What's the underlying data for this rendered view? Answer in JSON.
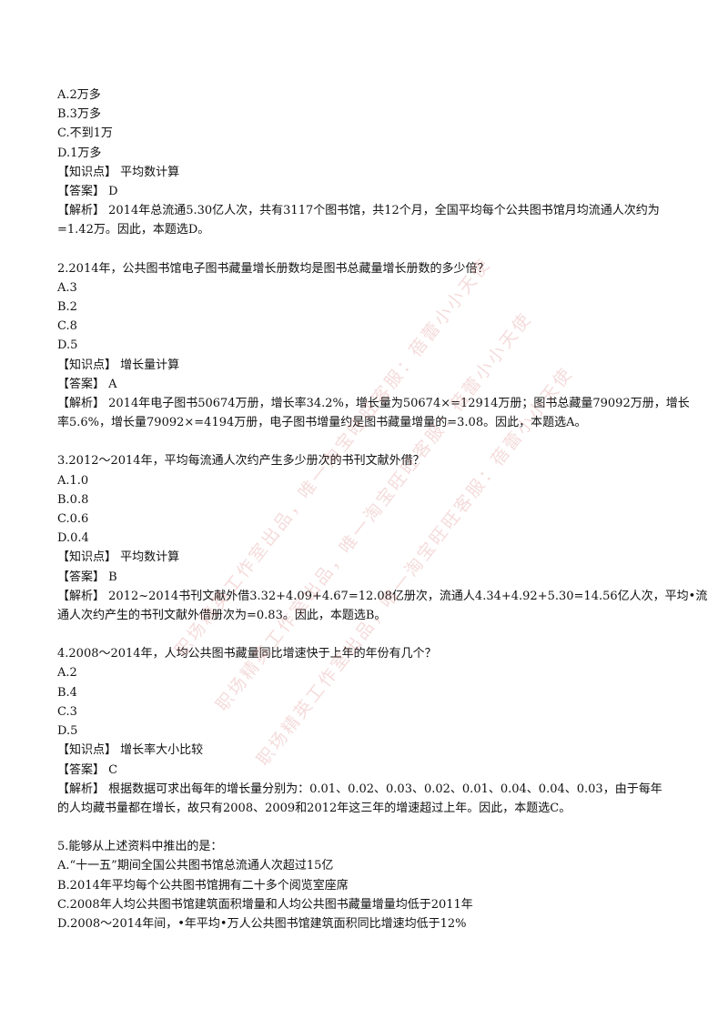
{
  "q1": {
    "options": [
      "A.2万多",
      "B.3万多",
      "C.不到1万",
      "D.1万多"
    ],
    "knowledge": "【知识点】 平均数计算",
    "answer": "【答案】 D",
    "analysis_1": "【解析】 2014年总流通5.30亿人次，共有3117个图书馆，共12个月，全国平均每个公共图书馆月均流通人次约为",
    "analysis_2": "=1.42万。因此，本题选D。"
  },
  "q2": {
    "question": "2.2014年，公共图书馆电子图书藏量增长册数均是图书总藏量增长册数的多少倍？",
    "options": [
      "A.3",
      "B.2",
      "C.8",
      "D.5"
    ],
    "knowledge": "【知识点】 增长量计算",
    "answer": "【答案】 A",
    "analysis_1": "【解析】 2014年电子图书50674万册，增长率34.2%，增长量为50674×=12914万册；图书总藏量79092万册，增长",
    "analysis_2": "率5.6%，增长量79092×=4194万册，电子图书增量约是图书藏量增量的=3.08。因此，本题选A。"
  },
  "q3": {
    "question": "3.2012～2014年，平均每流通人次约产生多少册次的书刊文献外借？",
    "options": [
      "A.1.0",
      "B.0.8",
      "C.0.6",
      "D.0.4"
    ],
    "knowledge": "【知识点】 平均数计算",
    "answer": "【答案】 B",
    "analysis_1": "【解析】 2012~2014书刊文献外借3.32+4.09+4.67=12.08亿册次，流通人4.34+4.92+5.30=14.56亿人次，平均•流",
    "analysis_2": "通人次约产生的书刊文献外借册次为=0.83。因此，本题选B。"
  },
  "q4": {
    "question": "4.2008～2014年，人均公共图书藏量同比增速快于上年的年份有几个？",
    "options": [
      "A.2",
      "B.4",
      "C.3",
      "D.5"
    ],
    "knowledge": "【知识点】 增长率大小比较",
    "answer": "【答案】 C",
    "analysis_1": "【解析】 根据数据可求出每年的增长量分别为：0.01、0.02、0.03、0.02、0.01、0.04、0.04、0.03，由于每年",
    "analysis_2": "的人均藏书量都在增长，故只有2008、2009和2012年这三年的增速超过上年。因此，本题选C。"
  },
  "q5": {
    "question": "5.能够从上述资料中推出的是：",
    "options": [
      "A.“十一五”期间全国公共图书馆总流通人次超过15亿",
      "B.2014年平均每个公共图书馆拥有二十多个阅览室座席",
      "C.2008年人均公共图书馆建筑面积增量和人均公共图书藏量增量均低于2011年",
      "D.2008～2014年间，•年平均•万人公共图书馆建筑面积同比增速均低于12%"
    ]
  },
  "watermarks": [
    "职场精英工作室出品，唯一淘宝旺旺客服：蓓蕾小小天使",
    "职场精英工作室出品，唯一淘宝旺旺客服：蓓蕾小小天使",
    "职场精英工作室出品，唯一淘宝旺旺客服：蓓蕾小小天使"
  ]
}
